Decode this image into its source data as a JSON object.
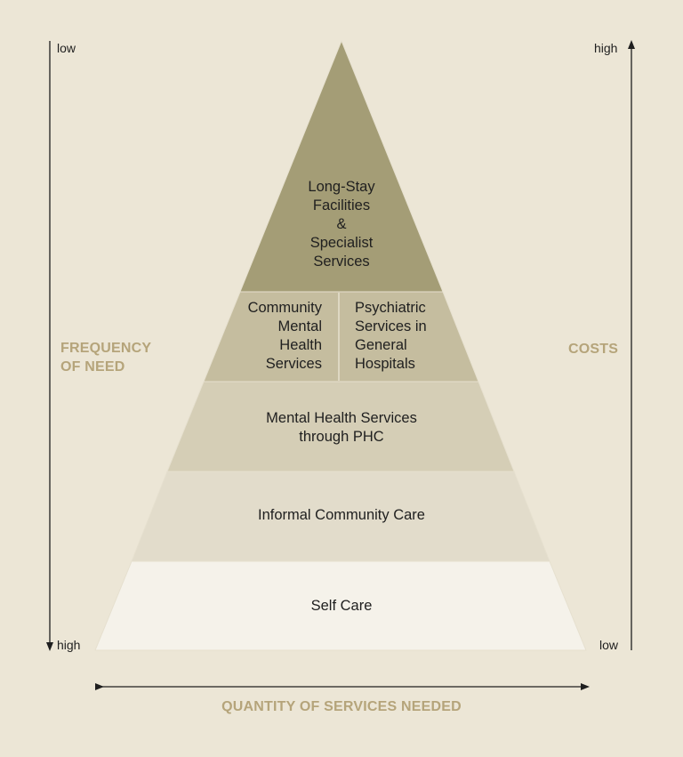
{
  "pyramid": {
    "tier_long_stay": "Long-Stay\nFacilities\n&\nSpecialist\nServices",
    "tier_community_mental": "Community\nMental\nHealth\nServices",
    "tier_psychiatric_general": "Psychiatric\nServices in\nGeneral\nHospitals",
    "tier_phc": "Mental Health Services\nthrough PHC",
    "tier_informal": "Informal Community Care",
    "tier_self_care": "Self Care"
  },
  "left_axis": {
    "top_label": "low",
    "bottom_label": "high",
    "title": "FREQUENCY\nOF NEED"
  },
  "right_axis": {
    "top_label": "high",
    "bottom_label": "low",
    "title": "COSTS"
  },
  "bottom_axis": {
    "title": "QUANTITY OF SERVICES NEEDED"
  },
  "colors": {
    "background": "#ece6d6",
    "tier_top": "#a49d76",
    "tier_middle": "#c5bd9f",
    "tier_phc": "#d5ceb6",
    "tier_informal": "#e2dccb",
    "tier_self_care": "#f5f2ea",
    "axis_title": "#b5a47a"
  }
}
